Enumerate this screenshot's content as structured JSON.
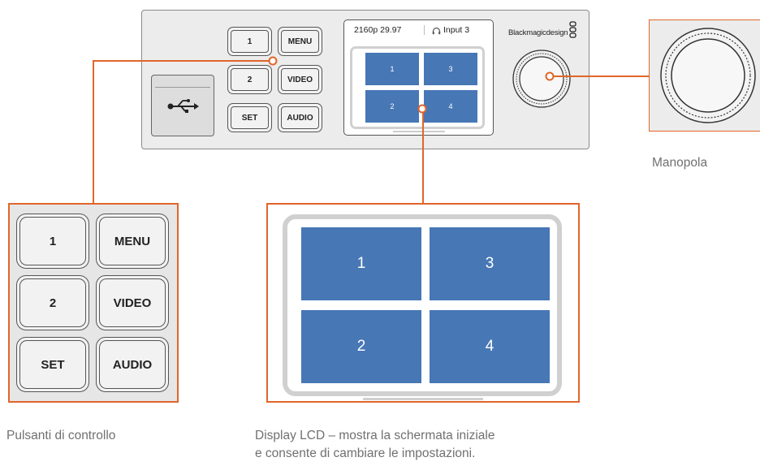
{
  "device": {
    "brand": "Blackmagicdesign",
    "lcd": {
      "format": "2160p 29.97",
      "input": "Input 3",
      "headphone_icon": "headphone-icon",
      "tiles": [
        "1",
        "3",
        "2",
        "4"
      ]
    },
    "buttons": {
      "b1": "1",
      "menu": "MENU",
      "b2": "2",
      "video": "VIDEO",
      "set": "SET",
      "audio": "AUDIO"
    },
    "usb_icon": "usb-icon"
  },
  "zoom_buttons": {
    "b1": "1",
    "menu": "MENU",
    "b2": "2",
    "video": "VIDEO",
    "set": "SET",
    "audio": "AUDIO"
  },
  "zoom_lcd": {
    "tiles": [
      "1",
      "3",
      "2",
      "4"
    ]
  },
  "captions": {
    "knob": "Manopola",
    "buttons": "Pulsanti di controllo",
    "lcd_line1": "Display LCD – mostra la schermata iniziale",
    "lcd_line2": "e consente di cambiare le impostazioni."
  },
  "colors": {
    "accent": "#e0662a",
    "tile_blue": "#4777b5",
    "panel_gray": "#ececec"
  }
}
